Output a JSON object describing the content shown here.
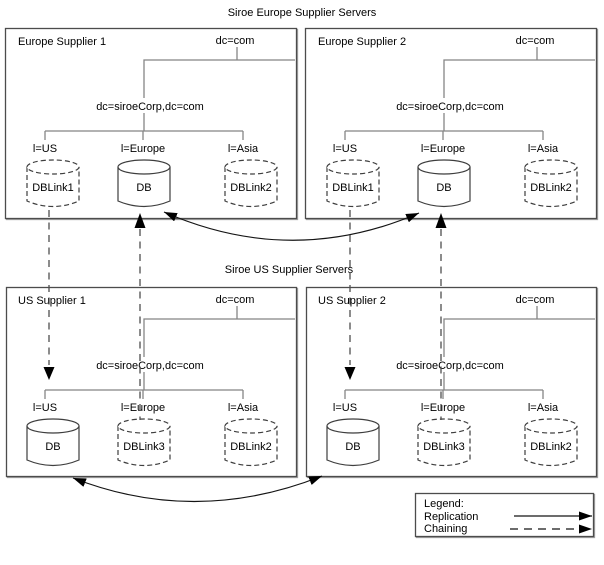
{
  "sections": {
    "europe_title": "Siroe Europe Supplier Servers",
    "us_title": "Siroe US Supplier Servers"
  },
  "servers": [
    {
      "title": "Europe Supplier 1",
      "root": "dc=com",
      "suffix": "dc=siroeCorp,dc=com",
      "branches": [
        "l=US",
        "l=Europe",
        "l=Asia"
      ],
      "databases": [
        {
          "label": "DBLink1",
          "kind": "chained"
        },
        {
          "label": "DB",
          "kind": "local"
        },
        {
          "label": "DBLink2",
          "kind": "chained"
        }
      ]
    },
    {
      "title": "Europe Supplier 2",
      "root": "dc=com",
      "suffix": "dc=siroeCorp,dc=com",
      "branches": [
        "l=US",
        "l=Europe",
        "l=Asia"
      ],
      "databases": [
        {
          "label": "DBLink1",
          "kind": "chained"
        },
        {
          "label": "DB",
          "kind": "local"
        },
        {
          "label": "DBLink2",
          "kind": "chained"
        }
      ]
    },
    {
      "title": "US Supplier 1",
      "root": "dc=com",
      "suffix": "dc=siroeCorp,dc=com",
      "branches": [
        "l=US",
        "l=Europe",
        "l=Asia"
      ],
      "databases": [
        {
          "label": "DB",
          "kind": "local"
        },
        {
          "label": "DBLink3",
          "kind": "chained"
        },
        {
          "label": "DBLink2",
          "kind": "chained"
        }
      ]
    },
    {
      "title": "US Supplier 2",
      "root": "dc=com",
      "suffix": "dc=siroeCorp,dc=com",
      "branches": [
        "l=US",
        "l=Europe",
        "l=Asia"
      ],
      "databases": [
        {
          "label": "DB",
          "kind": "local"
        },
        {
          "label": "DBLink3",
          "kind": "chained"
        },
        {
          "label": "DBLink2",
          "kind": "chained"
        }
      ]
    }
  ],
  "legend": {
    "title": "Legend:",
    "items": [
      {
        "label": "Replication",
        "line_style": "solid"
      },
      {
        "label": "Chaining",
        "line_style": "dashed"
      }
    ]
  },
  "colors": {
    "background": "#ffffff",
    "box_border": "#4c4c4c",
    "tree_line": "#858585",
    "arrow": "#000000",
    "text": "#000000"
  }
}
